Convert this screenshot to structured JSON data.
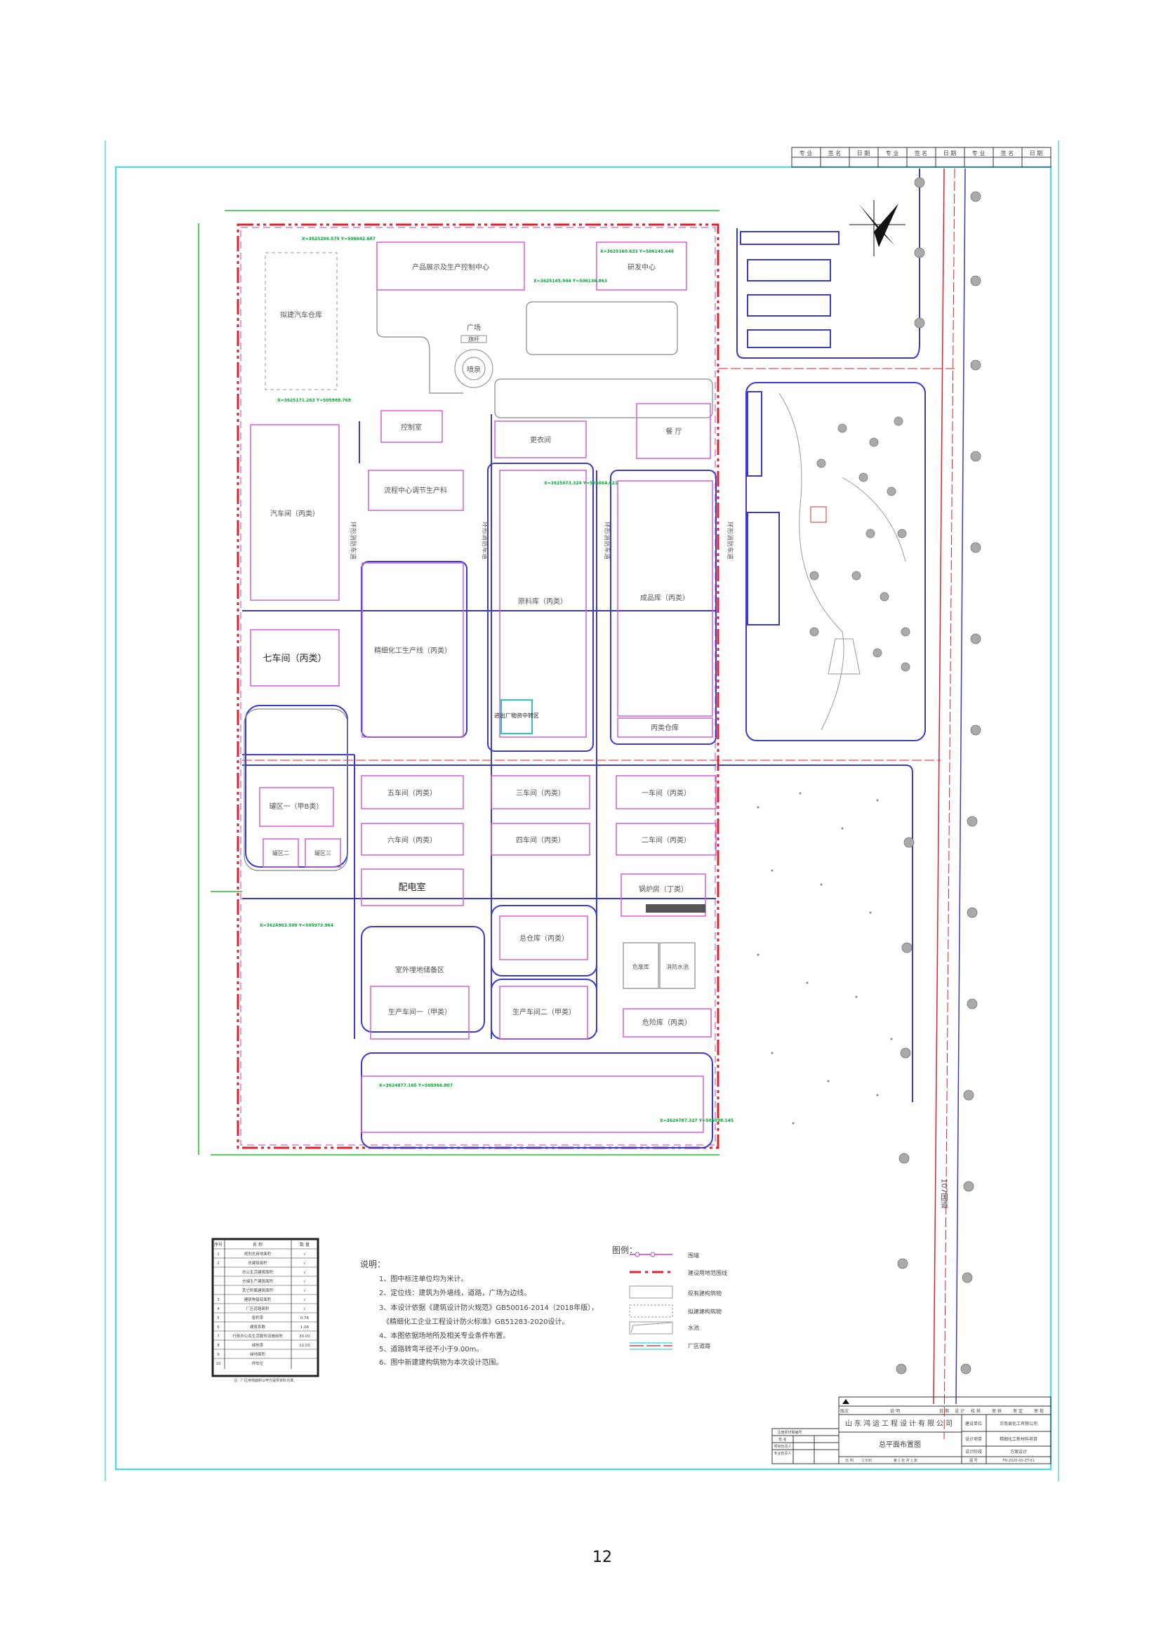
{
  "page_number": "12",
  "plan": {
    "buildings": [
      "产品展示及生产控制中心",
      "研发中心",
      "拟建汽车仓库",
      "控制室",
      "更衣间",
      "餐 厅",
      "汽车间（丙类）",
      "流程中心调节生产科",
      "原料库（丙类）",
      "成品库（丙类）",
      "精细化工生产线（丙类）",
      "七车间（丙类）",
      "罐区一（甲B类）",
      "进出厂物资中转区",
      "丙类仓库",
      "五车间（丙类）",
      "三车间（丙类）",
      "一车间（丙类）",
      "六车间（丙类）",
      "四车间（丙类）",
      "二车间（丙类）",
      "配电室",
      "锅炉房（丁类）",
      "总仓库（丙类）",
      "生产车间一（甲类）",
      "生产车间二（甲类）",
      "危废库",
      "消防水池",
      "危险库（丙类）",
      "室外埋地储备区",
      "罐区二",
      "罐区三"
    ],
    "plaza": "广场",
    "flagpole": "旗杆",
    "fountain": "喷泉",
    "fire_road": "环形消防车道",
    "highway": "107国道",
    "coords": [
      "X=3625206.575 Y=506042.687",
      "X=3625171.263 Y=505988.769",
      "X=3625145.944 Y=506136.863",
      "X=3625160.633 Y=506145.646",
      "X=3625073.324 Y=506064.621",
      "X=3624963.500 Y=505973.964",
      "X=3624877.165 Y=505966.807",
      "X=3624787.327 Y=506098.145"
    ]
  },
  "summary_table": {
    "headers": [
      "序号",
      "名 称",
      "数 量"
    ],
    "rows": [
      [
        "1",
        "规划总用地面积",
        "√"
      ],
      [
        "2",
        "总建筑面积",
        "√"
      ],
      [
        "",
        "办公生活建筑面积",
        "√"
      ],
      [
        "",
        "仓储生产建筑面积",
        "√"
      ],
      [
        "",
        "其它附属建筑面积",
        "√"
      ],
      [
        "3",
        "建筑物基底面积",
        "√"
      ],
      [
        "4",
        "厂区道路面积",
        "√"
      ],
      [
        "5",
        "容积率",
        "0.76"
      ],
      [
        "6",
        "建筑系数",
        "1.06"
      ],
      [
        "7",
        "行政办公及生活服务设施用地",
        "30.00"
      ],
      [
        "8",
        "绿地率",
        "12.00"
      ],
      [
        "9",
        "绿地面积",
        ""
      ],
      [
        "10",
        "停车位",
        ""
      ]
    ],
    "footnote": "注：厂区用地面积以甲方提供资料为准。"
  },
  "notes": {
    "title": "说明：",
    "items": [
      "1、图中标注单位均为米计。",
      "2、定位线：建筑为外墙线，道路，广场为边线。",
      "3、本设计依据《建筑设计防火规范》GB50016-2014（2018年版），",
      "《精细化工企业工程设计防火标准》GB51283-2020设计。",
      "4、本图依据场地所及相关专业条件布置。",
      "5、道路转弯半径不小于9.00m。",
      "6、图中新建建构筑物为本次设计范围。"
    ]
  },
  "legend": {
    "title": "图例：",
    "items": [
      "围墙",
      "建设用地范围线",
      "现有建构筑物",
      "拟建建构筑物",
      "水池",
      "厂区道路"
    ]
  },
  "title_block": {
    "company": "山东鸿运工程设计有限公司",
    "drawing_title": "总平面布置图",
    "header_cols": [
      "版次",
      "说 明",
      "日 期",
      "设 计",
      "校 核",
      "审 核",
      "审 定",
      "审 批"
    ],
    "client_label": "建设单位",
    "client": "沂南县化工有限公司",
    "project_label": "设计项目",
    "project": "精细化工新材料项目",
    "stage_label": "设计阶段",
    "stage": "方案设计",
    "scale_label": "比 例",
    "scale": "1:500",
    "sheet": "第 1 张 共 1 张",
    "drawing_no_label": "图 号",
    "drawing_no": "FN-2020-00-ZT-01",
    "sign_rows": [
      "注册师印章编号",
      "姓 名",
      "项目负责人",
      "专业负责人"
    ],
    "top_header": [
      "专 业",
      "签 名",
      "日 期",
      "专 业",
      "签 名",
      "日 期",
      "专 业",
      "签 名",
      "日 期"
    ]
  },
  "colors": {
    "boundary": "#e0202a",
    "wall": "#c040c0",
    "road": "#3a3ad0",
    "frame": "#5ad8e0",
    "dimension": "#22c022"
  }
}
